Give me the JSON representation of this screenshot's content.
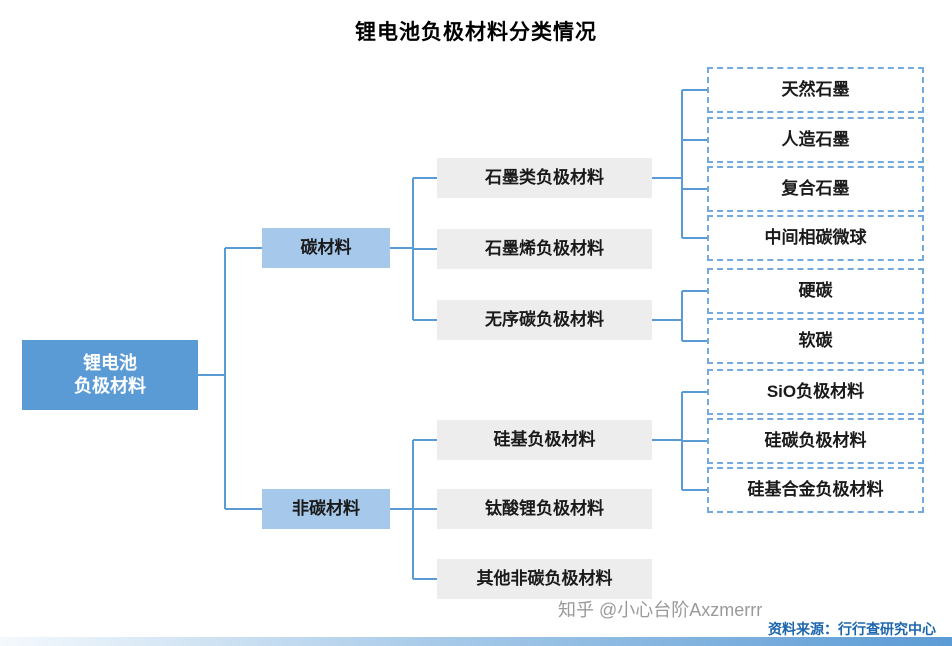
{
  "title": "锂电池负极材料分类情况",
  "nodes": {
    "root": "锂电池\n负极材料",
    "carbon": "碳材料",
    "non_carbon": "非碳材料",
    "graphite_class": "石墨类负极材料",
    "graphene": "石墨烯负极材料",
    "disordered_carbon": "无序碳负极材料",
    "silicon_based": "硅基负极材料",
    "lithium_titanate": "钛酸锂负极材料",
    "other_non_carbon": "其他非碳负极材料",
    "natural_graphite": "天然石墨",
    "artificial_graphite": "人造石墨",
    "composite_graphite": "复合石墨",
    "mcmb": "中间相碳微球",
    "hard_carbon": "硬碳",
    "soft_carbon": "软碳",
    "sio": "SiO负极材料",
    "silicon_carbon": "硅碳负极材料",
    "silicon_alloy": "硅基合金负极材料"
  },
  "footer": {
    "watermark": "知乎 @小心台阶Axzmerrr",
    "source": "资料来源：行行查研究中心"
  },
  "colors": {
    "accent": "#5B9BD5",
    "root_fill": "#5B9BD5",
    "branch_fill": "#A5C8EB",
    "category_fill": "#EDEDED",
    "leaf_border": "#74AADE",
    "source_text": "#1C66AE"
  }
}
